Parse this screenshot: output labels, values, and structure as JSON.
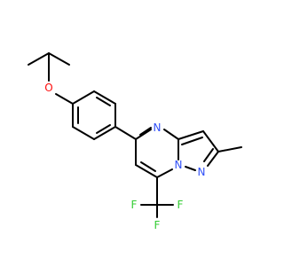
{
  "atoms": {
    "O": {
      "label": "O",
      "color": "#FF0D0D"
    },
    "N1": {
      "label": "N",
      "color": "#3050F8"
    },
    "N2": {
      "label": "N",
      "color": "#3050F8"
    },
    "N3": {
      "label": "N",
      "color": "#3050F8"
    },
    "F1": {
      "label": "F",
      "color": "#33CC33"
    },
    "F2": {
      "label": "F",
      "color": "#33CC33"
    },
    "F3": {
      "label": "F",
      "color": "#33CC33"
    }
  },
  "colors": {
    "bond": "#000000",
    "background": "#ffffff"
  }
}
